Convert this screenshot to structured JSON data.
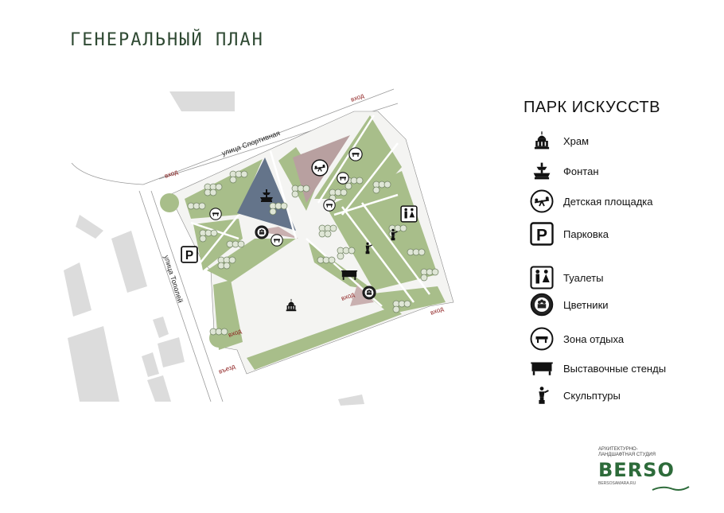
{
  "page": {
    "title": "ГЕНЕРАЛЬНЫЙ ПЛАН"
  },
  "map": {
    "street_north": "улица Спортивная",
    "street_west": "улица Тополей",
    "entrance_label": "вход",
    "drive_entrance_label": "въезд",
    "parking_glyph": "P",
    "colors": {
      "lawn": "#a8be8a",
      "trees": "#dfe6d6",
      "fountain_zone": "#64748a",
      "playground_zone": "#b8a0a0",
      "road": "#c8c8c8",
      "label_red": "#8b1a1a"
    }
  },
  "legend": {
    "title": "ПАРК ИСКУССТВ",
    "items": [
      {
        "icon": "temple-icon",
        "label": "Храм"
      },
      {
        "icon": "fountain-icon",
        "label": "Фонтан"
      },
      {
        "icon": "playground-icon",
        "label": "Детская площадка"
      },
      {
        "icon": "parking-icon",
        "label": "Парковка"
      },
      {
        "icon": "toilets-icon",
        "label": "Туалеты"
      },
      {
        "icon": "flowerbeds-icon",
        "label": "Цветники"
      },
      {
        "icon": "rest-zone-icon",
        "label": "Зона отдыха"
      },
      {
        "icon": "exhibition-stand-icon",
        "label": "Выставочные стенды"
      },
      {
        "icon": "sculpture-icon",
        "label": "Скульптуры"
      }
    ]
  },
  "logo": {
    "subtitle_line1": "АРХИТЕКТУРНО-",
    "subtitle_line2": "ЛАНДШАФТНАЯ СТУДИЯ",
    "brand": "BERSO",
    "website": "BERSOSAMARA.RU"
  }
}
